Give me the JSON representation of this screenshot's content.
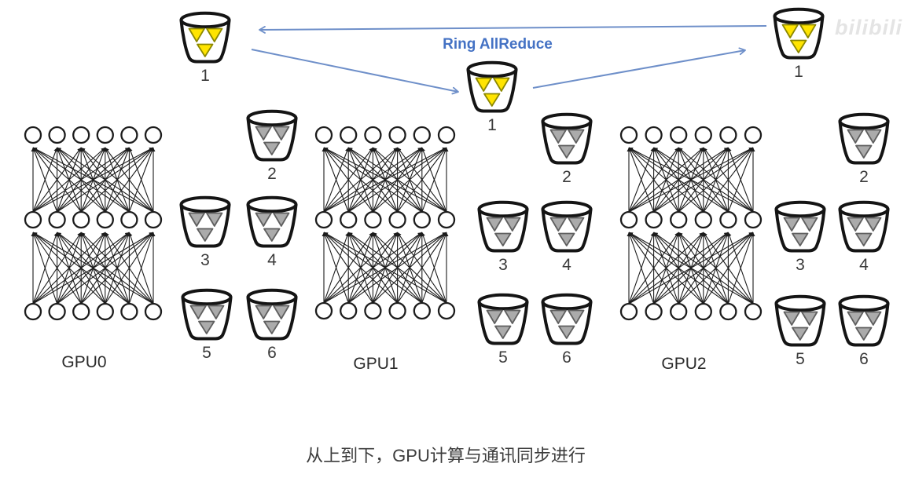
{
  "title": "Ring AllReduce",
  "caption": "从上到下，GPU计算与通讯同步进行",
  "watermark": "bilibili",
  "colors": {
    "title": "#4472C4",
    "arrow": "#6E8FC9",
    "ink": "#1C1C1C",
    "reduced_fill": "#FFE400",
    "reduced_stroke": "#8C8800",
    "pending_fill": "#ABABAB",
    "pending_stroke": "#5F5F5F",
    "label": "#3A3A3A",
    "watermark": "#E4E4E4"
  },
  "network": {
    "layers": 3,
    "nodes_per_layer": 6
  },
  "gpus": [
    {
      "name": "GPU0",
      "buckets": [
        {
          "num": "1",
          "state": "reduced"
        },
        {
          "num": "2",
          "state": "pending"
        },
        {
          "num": "3",
          "state": "pending"
        },
        {
          "num": "4",
          "state": "pending"
        },
        {
          "num": "5",
          "state": "pending"
        },
        {
          "num": "6",
          "state": "pending"
        }
      ]
    },
    {
      "name": "GPU1",
      "buckets": [
        {
          "num": "1",
          "state": "reduced"
        },
        {
          "num": "2",
          "state": "pending"
        },
        {
          "num": "3",
          "state": "pending"
        },
        {
          "num": "4",
          "state": "pending"
        },
        {
          "num": "5",
          "state": "pending"
        },
        {
          "num": "6",
          "state": "pending"
        }
      ]
    },
    {
      "name": "GPU2",
      "buckets": [
        {
          "num": "1",
          "state": "reduced"
        },
        {
          "num": "2",
          "state": "pending"
        },
        {
          "num": "3",
          "state": "pending"
        },
        {
          "num": "4",
          "state": "pending"
        },
        {
          "num": "5",
          "state": "pending"
        },
        {
          "num": "6",
          "state": "pending"
        }
      ]
    }
  ]
}
